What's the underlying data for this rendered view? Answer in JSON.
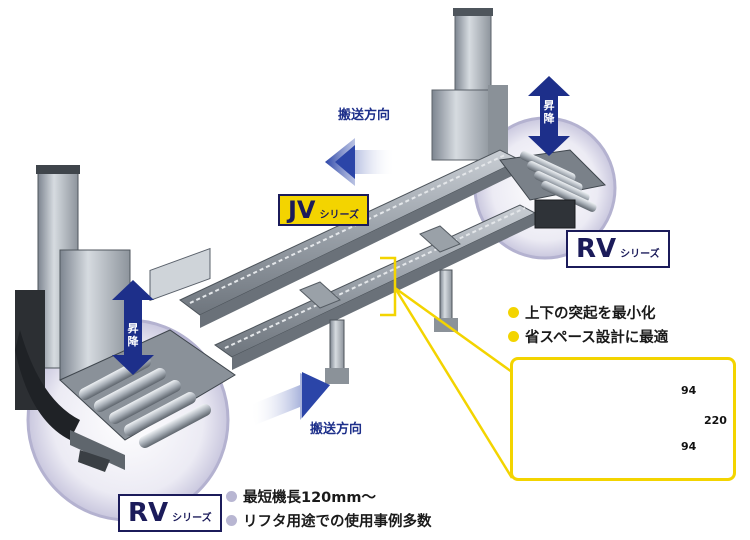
{
  "labels": {
    "jv": {
      "main": "JV",
      "sub": "シリーズ"
    },
    "rv_right": {
      "main": "RV",
      "sub": "シリーズ"
    },
    "rv_left": {
      "main": "RV",
      "sub": "シリーズ"
    }
  },
  "conveying_direction": {
    "top": "搬送方向",
    "bottom": "搬送方向"
  },
  "lift": {
    "left": "昇降",
    "right": "昇降"
  },
  "features_right": [
    "上下の突起を最小化",
    "省スペース設計に最適"
  ],
  "features_left": [
    "最短機長120mm～",
    "リフタ用途での使用事例多数"
  ],
  "dimensions": {
    "upper": "94",
    "lower": "94",
    "total": "220"
  },
  "colors": {
    "accent_yellow": "#f3d400",
    "navy": "#1b1b5a",
    "arrow_blue": "#2b45a8",
    "circle_fill": "#e4e3ef",
    "circle_border": "#b4b2d0"
  }
}
